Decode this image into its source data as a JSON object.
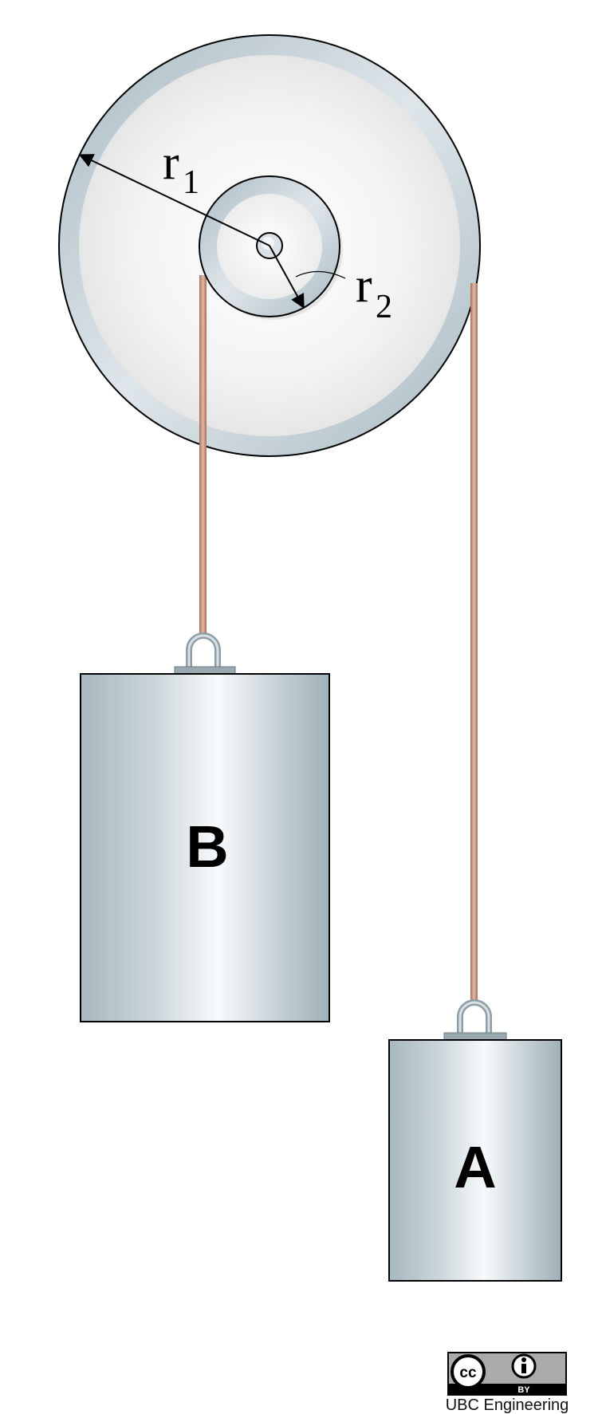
{
  "diagram": {
    "labels": {
      "r1_main": "r",
      "r1_sub": "1",
      "r2_main": "r",
      "r2_sub": "2"
    },
    "blocks": {
      "b_label": "B",
      "a_label": "A"
    },
    "license": {
      "cc_text": "cc",
      "by_text": "BY",
      "credit_text": "UBC Engineering"
    },
    "colors": {
      "rope": "#c99580",
      "rim": "#b4c3cb",
      "block_edge": "#a9b9c1",
      "block_center": "#f7f9fa"
    }
  }
}
